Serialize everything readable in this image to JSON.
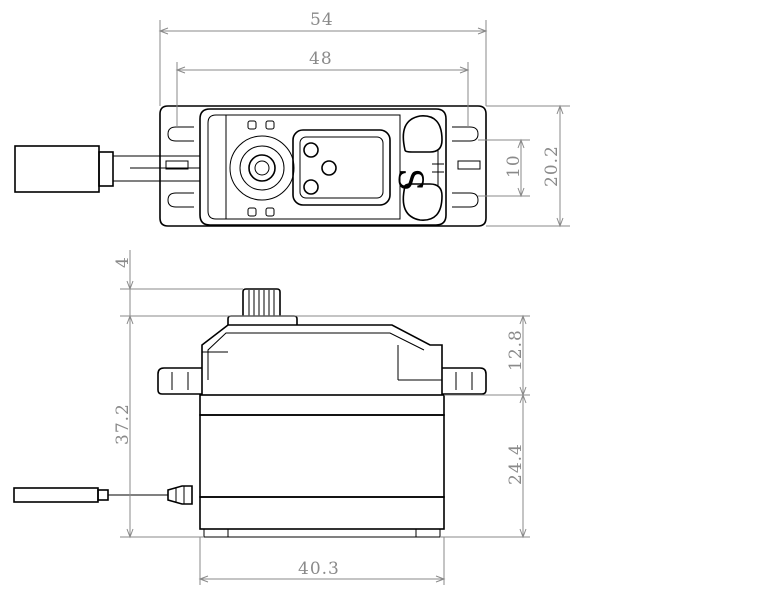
{
  "dimensions": {
    "total_length": "54",
    "hole_spacing": "48",
    "hole_offset": "10",
    "width": "20.2",
    "spline_height": "4",
    "body_height": "37.2",
    "top_section": "12.8",
    "bottom_section": "24.4",
    "body_length": "40.3"
  },
  "logo": {
    "letter": "S"
  },
  "colors": {
    "line": "#000000",
    "dimension": "#8a8a8a",
    "background": "#ffffff"
  }
}
